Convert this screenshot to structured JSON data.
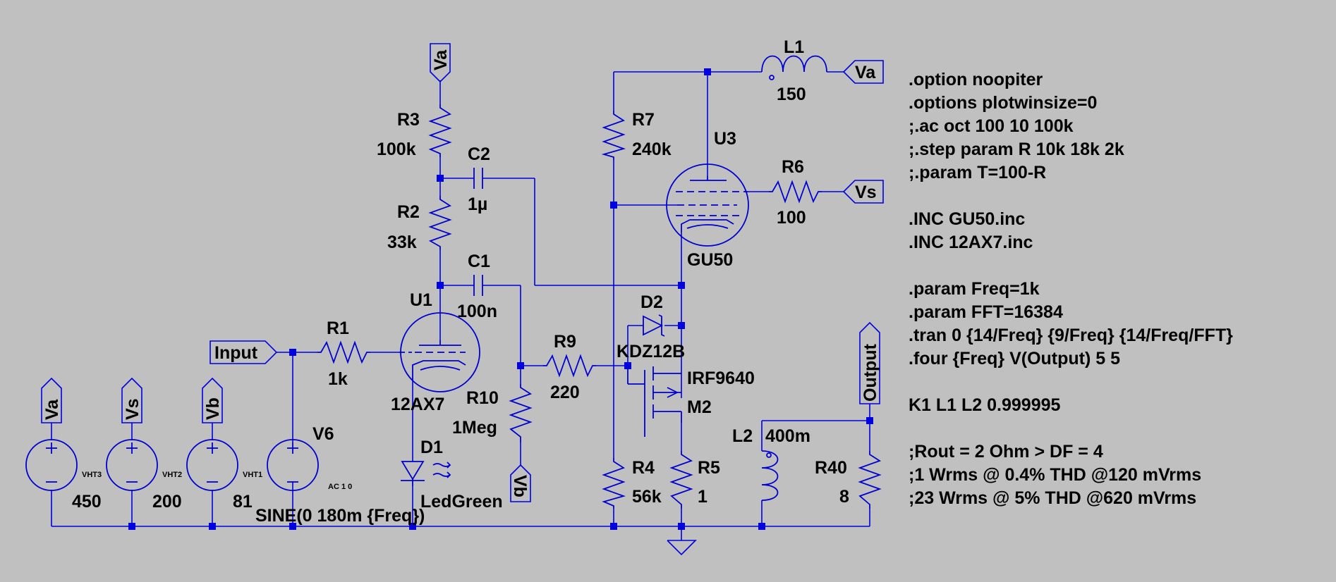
{
  "colors": {
    "background": "#c0c0c0",
    "wire": "#0000e0",
    "text": "#000000"
  },
  "flags": {
    "input": "Input",
    "output": "Output",
    "va_top": "Va",
    "va_l1": "Va",
    "vs_r6": "Vs",
    "vb_r10": "Vb",
    "va_src": "Va",
    "vs_src": "Vs",
    "vb_src": "Vb"
  },
  "components": {
    "r1": {
      "name": "R1",
      "value": "1k"
    },
    "r2": {
      "name": "R2",
      "value": "33k"
    },
    "r3": {
      "name": "R3",
      "value": "100k"
    },
    "r4": {
      "name": "R4",
      "value": "56k"
    },
    "r5": {
      "name": "R5",
      "value": "1"
    },
    "r6": {
      "name": "R6",
      "value": "100"
    },
    "r7": {
      "name": "R7",
      "value": "240k"
    },
    "r9": {
      "name": "R9",
      "value": "220"
    },
    "r10": {
      "name": "R10",
      "value": "1Meg"
    },
    "r40": {
      "name": "R40",
      "value": "8"
    },
    "c1": {
      "name": "C1",
      "value": "100n"
    },
    "c2": {
      "name": "C2",
      "value": "1µ"
    },
    "l1": {
      "name": "L1",
      "value": "150"
    },
    "l2": {
      "name": "L2",
      "value": "400m"
    },
    "u1": {
      "name": "U1",
      "value": "12AX7"
    },
    "u3": {
      "name": "U3",
      "value": "GU50"
    },
    "d1": {
      "name": "D1",
      "value": "LedGreen"
    },
    "d2": {
      "name": "D2",
      "value": "KDZ12B"
    },
    "m2": {
      "name": "M2",
      "value": "IRF9640"
    },
    "vht3": {
      "name": "VHT3",
      "value": "450"
    },
    "vht2": {
      "name": "VHT2",
      "value": "200"
    },
    "vht1": {
      "name": "VHT1",
      "value": "81"
    },
    "v6": {
      "name": "V6",
      "value": "SINE(0 180m {Freq})",
      "ac": "AC 1 0"
    }
  },
  "directives": [
    ".option noopiter",
    ".options plotwinsize=0",
    ";.ac oct 100 10 100k",
    ";.step param R 10k 18k 2k",
    ";.param T=100-R",
    "",
    ".INC GU50.inc",
    ".INC 12AX7.inc",
    "",
    ".param Freq=1k",
    ".param FFT=16384",
    ".tran 0 {14/Freq} {9/Freq} {14/Freq/FFT}",
    ".four {Freq} V(Output) 5 5",
    "",
    "K1 L1 L2 0.999995",
    "",
    ";Rout = 2 Ohm > DF = 4",
    ";1 Wrms @ 0.4% THD @120 mVrms",
    ";23 Wrms @ 5% THD @620 mVrms"
  ]
}
